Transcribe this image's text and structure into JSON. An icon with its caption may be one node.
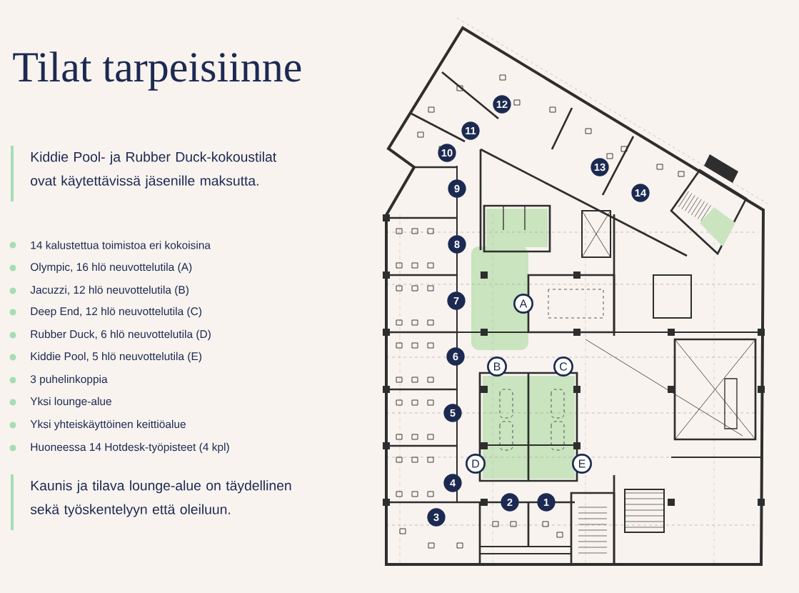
{
  "diagram": {
    "title": "Tilat tarpeisiinne",
    "labels": [
      "Kiddie Pool- ja Rubber Duck-kokoustilat ovat käytettävissä jäsenille maksutta.",
      "14 kalustettua toimistoa eri kokoisina",
      "Olympic, 16 hlö neuvottelutila (A)",
      "Jacuzzi, 12 hlö neuvottelutila (B)",
      "Deep End, 12 hlö neuvottelutila (C)",
      "Rubber Duck, 6 hlö neuvottelutila (D)",
      "Kiddie Pool, 5 hlö neuvottelutila (E)",
      "3 puhelinkoppia",
      "Yksi lounge-alue",
      "Yksi yhteiskäyttöinen keittiöalue",
      "Huoneessa 14 Hotdesk-työpisteet (4 kpl)",
      "Kaunis ja tilava lounge-alue on täydellinen sekä työskentelyyn että oleiluun.",
      "12",
      "11",
      "13",
      "10",
      "14",
      "9",
      "8",
      "7",
      "A",
      "6",
      "B",
      "C",
      "5",
      "D",
      "E",
      "4",
      "2",
      "1",
      "3"
    ]
  }
}
